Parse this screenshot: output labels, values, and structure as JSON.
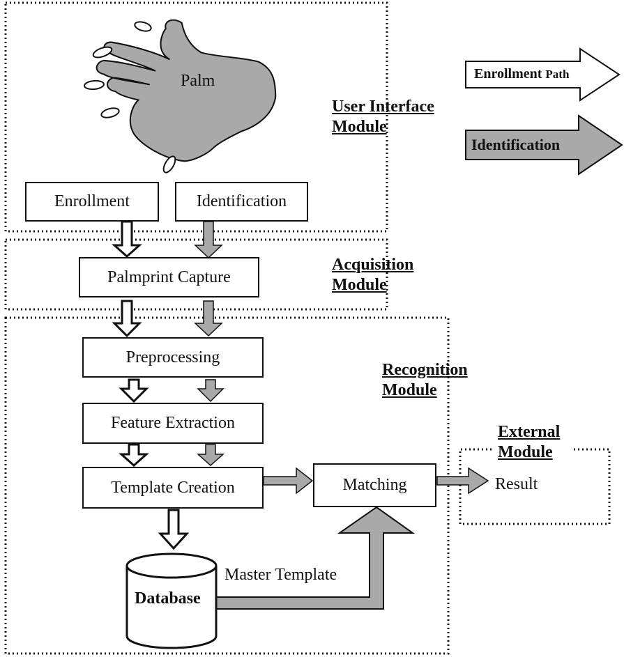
{
  "colors": {
    "stroke": "#111111",
    "shade": "#a9a9a9",
    "paper": "#ffffff"
  },
  "hand": {
    "label": "Palm"
  },
  "legend": {
    "enrollment_label": "Enrollment",
    "enrollment_suffix": "Path",
    "identification_label": "Identification"
  },
  "modules": {
    "user_interface": [
      "User Interface",
      "Module"
    ],
    "acquisition": [
      "Acquisition",
      "Module"
    ],
    "recognition": [
      "Recognition",
      "Module"
    ],
    "external": [
      "External",
      "Module"
    ]
  },
  "boxes": {
    "enrollment": "Enrollment",
    "identification": "Identification",
    "capture": "Palmprint Capture",
    "preprocessing": "Preprocessing",
    "feature_extraction": "Feature Extraction",
    "template_creation": "Template Creation",
    "matching": "Matching"
  },
  "database": {
    "label": "Database",
    "link_label": "Master Template"
  },
  "result": "Result"
}
